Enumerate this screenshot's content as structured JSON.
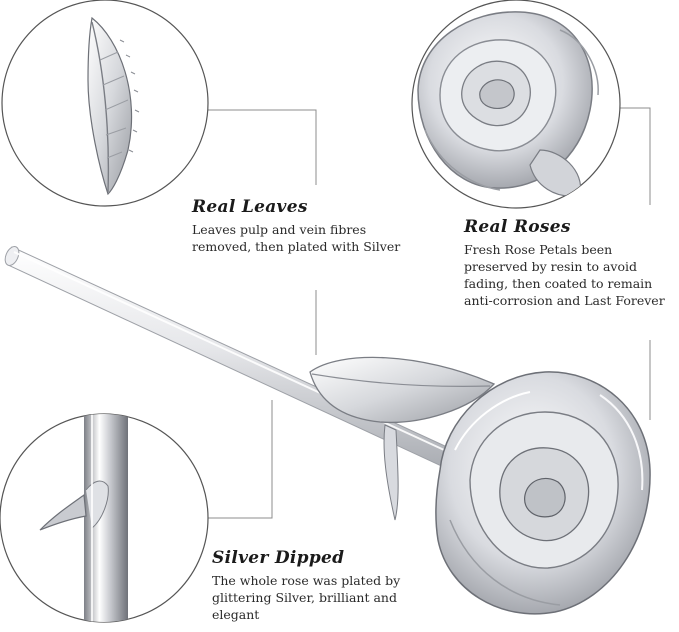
{
  "callouts": {
    "leaves": {
      "title": "Real Leaves",
      "text": "Leaves pulp and vein fibres removed, then plated with Silver"
    },
    "roses": {
      "title": "Real Roses",
      "text": "Fresh Rose Petals been preserved by resin to avoid fading, then coated to remain anti-corrosion and Last Forever"
    },
    "dipped": {
      "title": "Silver Dipped",
      "text": "The whole rose was plated by glittering Silver, brilliant and elegant"
    }
  },
  "colors": {
    "silver_light": "#f4f4f6",
    "silver_mid": "#c9cbd0",
    "silver_dark": "#8a8d94",
    "line": "#888888"
  }
}
